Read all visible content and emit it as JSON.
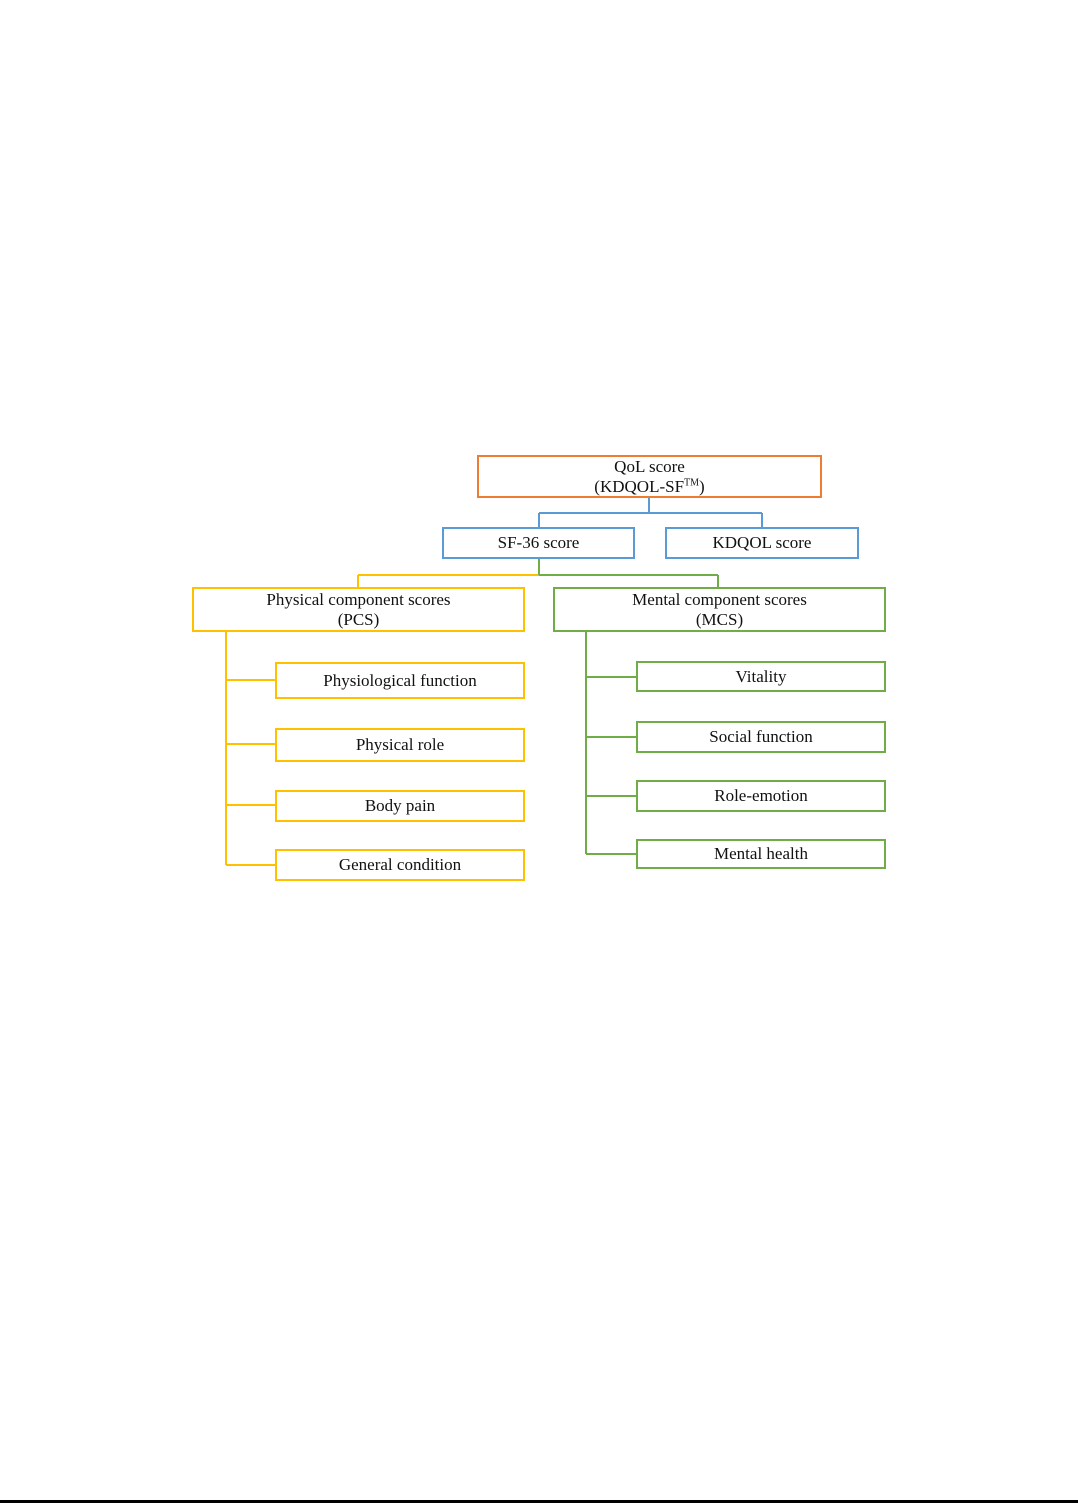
{
  "colors": {
    "root": "#ED7D31",
    "level2": "#5B9BD5",
    "physical": "#FFC000",
    "mental": "#70AD47"
  },
  "diagram": {
    "root": {
      "line1": "QoL score",
      "line2": "(KDQOL-SF",
      "line2_sup": "TM",
      "line2_end": ")"
    },
    "sf36": {
      "label": "SF-36 score"
    },
    "kdqol": {
      "label": "KDQOL score"
    },
    "pcs": {
      "line1": "Physical component scores",
      "line2": "(PCS)",
      "items": [
        "Physiological function",
        "Physical role",
        "Body pain",
        "General condition"
      ]
    },
    "mcs": {
      "line1": "Mental component scores",
      "line2": "(MCS)",
      "items": [
        "Vitality",
        "Social function",
        "Role-emotion",
        "Mental health"
      ]
    }
  }
}
